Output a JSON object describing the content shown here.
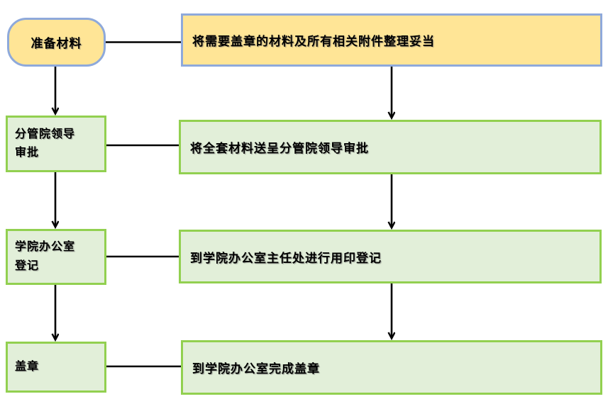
{
  "diagram": {
    "type": "flowchart",
    "language": "zh-CN",
    "background_color": "#ffffff",
    "colors": {
      "start_fill": "#FFE596",
      "start_border": "#8EA9DB",
      "step_fill": "#E2EFD9",
      "step_border": "#92D050",
      "connector": "#000000",
      "text": "#000000"
    },
    "nodes": {
      "start": {
        "shape": "rounded-rectangle",
        "label": "准备材料"
      },
      "step1_detail": {
        "shape": "rectangle",
        "label": "将需要盖章的材料及所有相关附件整理妥当"
      },
      "step2": {
        "shape": "rectangle",
        "label": "分管院领导\n审批"
      },
      "step2_detail": {
        "shape": "rectangle",
        "label": "将全套材料送呈分管院领导审批"
      },
      "step3": {
        "shape": "rectangle",
        "label": "学院办公室\n登记"
      },
      "step3_detail": {
        "shape": "rectangle",
        "label": "到学院办公室主任处进行用印登记"
      },
      "step4": {
        "shape": "rectangle",
        "label": "盖章"
      },
      "step4_detail": {
        "shape": "rectangle",
        "label": "到学院办公室完成盖章"
      }
    },
    "connections": [
      {
        "from": "start",
        "to": "step1_detail",
        "type": "line"
      },
      {
        "from": "start",
        "to": "step2",
        "type": "arrow"
      },
      {
        "from": "step1_detail",
        "to": "step2_detail",
        "type": "arrow"
      },
      {
        "from": "step2",
        "to": "step2_detail",
        "type": "line"
      },
      {
        "from": "step2",
        "to": "step3",
        "type": "arrow"
      },
      {
        "from": "step2_detail",
        "to": "step3_detail",
        "type": "arrow"
      },
      {
        "from": "step3",
        "to": "step3_detail",
        "type": "line"
      },
      {
        "from": "step3",
        "to": "step4",
        "type": "arrow"
      },
      {
        "from": "step3_detail",
        "to": "step4_detail",
        "type": "arrow"
      },
      {
        "from": "step4",
        "to": "step4_detail",
        "type": "line"
      }
    ]
  }
}
